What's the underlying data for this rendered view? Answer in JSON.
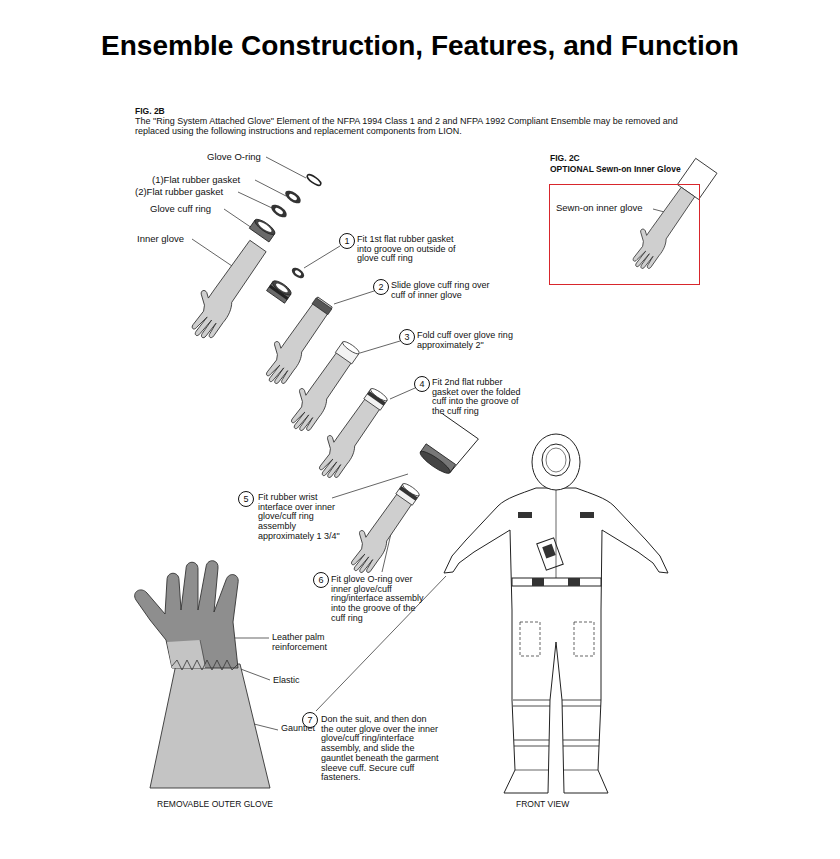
{
  "diagram": {
    "title": "Ensemble Construction, Features, and Function",
    "nodes": [
      {
        "text": [
          "FIG. 2C",
          "OPTIONAL Sewn-on Inner Glove",
          "Sewn-on inner glove"
        ]
      },
      {
        "text": [
          "1"
        ]
      },
      {
        "text": [
          "2"
        ]
      },
      {
        "text": [
          "3"
        ]
      },
      {
        "text": [
          "4"
        ]
      },
      {
        "text": [
          "5"
        ]
      },
      {
        "text": [
          "6"
        ]
      },
      {
        "text": [
          "7"
        ]
      }
    ],
    "labels": [
      "FIG. 2B",
      "The \"Ring System Attached Glove\" Element of the NFPA 1994 Class 1 and 2 and NFPA 1992 Compliant Ensemble may be removed and replaced using the following instructions and replacement components from LION.",
      "Glove O-ring",
      "(1)Flat rubber gasket",
      "(2)Flat rubber gasket",
      "Glove cuff ring",
      "Inner glove",
      "Fit 1st flat rubber gasket into groove on outside of glove cuff ring",
      "Slide glove cuff ring over cuff of inner glove",
      "Fold cuff over glove ring approximately 2\"",
      "Fit 2nd flat rubber gasket over the folded cuff into the groove of the cuff ring",
      "Fit rubber wrist interface over inner glove/cuff ring assembly approximately 1 3/4\"",
      "Fit glove O-ring over inner glove/cuff ring/interface assembly into the groove of the cuff ring",
      "Don the suit, and then don the outer glove over the inner glove/cuff ring/interface assembly, and slide the gauntlet beneath the garment sleeve cuff. Secure cuff fasteners.",
      "Leather palm reinforcement",
      "Elastic",
      "Gauntlet",
      "REMOVABLE OUTER GLOVE",
      "FRONT VIEW"
    ]
  }
}
